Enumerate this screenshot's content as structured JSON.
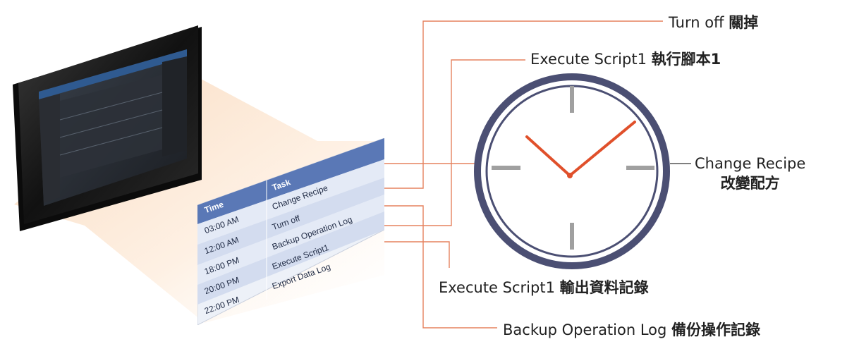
{
  "schedule": {
    "headers": {
      "time": "Time",
      "task": "Task"
    },
    "rows": [
      {
        "time": "03:00 AM",
        "task": "Change Recipe"
      },
      {
        "time": "12:00 AM",
        "task": "Turn off"
      },
      {
        "time": "18:00 PM",
        "task": "Backup Operation Log"
      },
      {
        "time": "20:00 PM",
        "task": "Execute Script1"
      },
      {
        "time": "22:00 PM",
        "task": "Export Data Log"
      }
    ]
  },
  "callouts": [
    {
      "english": "Turn off",
      "chinese": "關掉"
    },
    {
      "english": "Execute Script1",
      "chinese": "執行腳本1"
    },
    {
      "english": "Change Recipe",
      "chinese": "改變配方"
    },
    {
      "english": "Execute Script1",
      "chinese": "輸出資料記錄"
    },
    {
      "english": "Backup Operation Log",
      "chinese": "備份操作記錄"
    }
  ],
  "colors": {
    "accent": "#e57a4a",
    "clock_ring": "#4b4f73",
    "clock_hands": "#e0502b",
    "clock_ticks": "#a0a0a0",
    "table_header": "#5a78b6",
    "table_row_light": "#e8edf7",
    "table_row_mid": "#d9e1f0"
  }
}
